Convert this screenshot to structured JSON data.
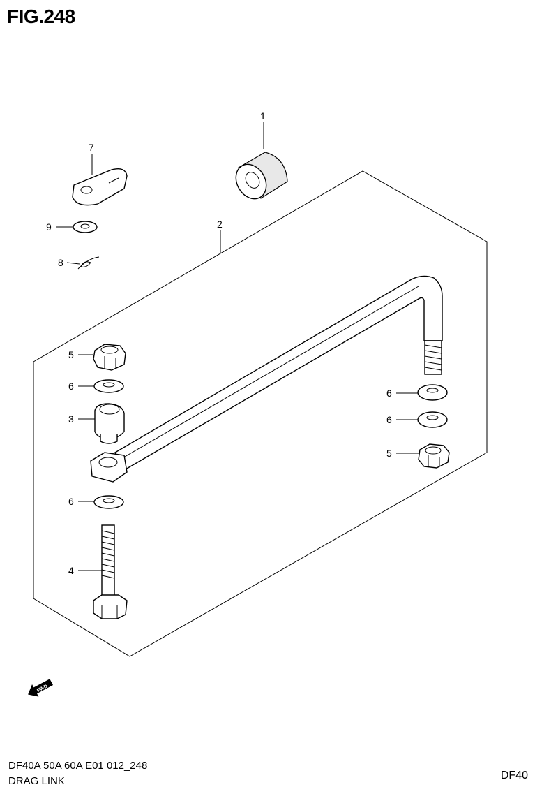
{
  "figure": {
    "title": "FIG.248",
    "code": "DF40A 50A 60A E01 012_248",
    "name": "DRAG LINK",
    "model": "DF40"
  },
  "callouts": {
    "c1": "1",
    "c2": "2",
    "c3": "3",
    "c4": "4",
    "c5a": "5",
    "c5b": "5",
    "c6a": "6",
    "c6b": "6",
    "c6c": "6",
    "c6d": "6",
    "c7": "7",
    "c8": "8",
    "c9": "9"
  },
  "direction_badge": "FWD"
}
